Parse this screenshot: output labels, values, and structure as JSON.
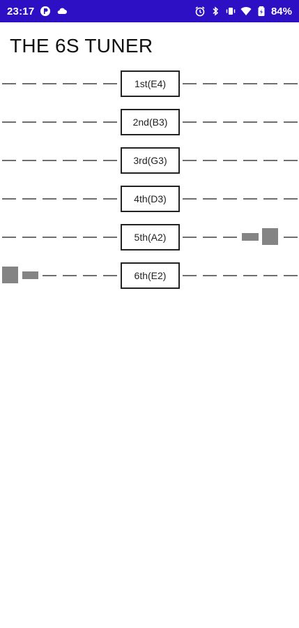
{
  "status_bar": {
    "time": "23:17",
    "battery_percent": "84%",
    "left_icons": [
      "p-badge-icon",
      "cloud-icon"
    ],
    "right_icons": [
      "alarm-icon",
      "bluetooth-icon",
      "vibrate-icon",
      "wifi-icon",
      "battery-icon"
    ],
    "background_color": "#2d10c4"
  },
  "app": {
    "title": "THE 6S TUNER"
  },
  "strings": [
    {
      "label": "1st(E4)",
      "indicator": "none"
    },
    {
      "label": "2nd(B3)",
      "indicator": "none"
    },
    {
      "label": "3rd(G3)",
      "indicator": "none"
    },
    {
      "label": "4th(D3)",
      "indicator": "none"
    },
    {
      "label": "5th(A2)",
      "indicator": "sharp"
    },
    {
      "label": "6th(E2)",
      "indicator": "flat"
    }
  ]
}
